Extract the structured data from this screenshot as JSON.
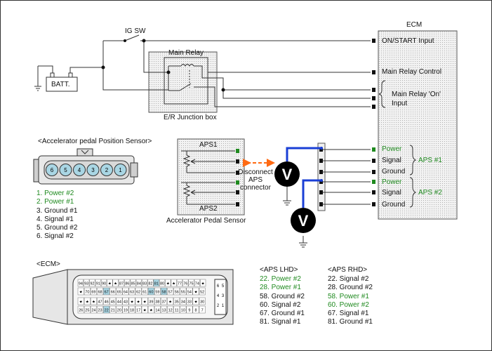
{
  "ecm_block": {
    "title": "ECM",
    "inputs": [
      "ON/START Input",
      "Main Relay Control",
      "Main Relay 'On'\nInput"
    ],
    "aps1_pins": [
      "Power",
      "Signal",
      "Ground"
    ],
    "aps2_pins": [
      "Power",
      "Signal",
      "Ground"
    ],
    "aps1_group": "APS #1",
    "aps2_group": "APS #2"
  },
  "power": {
    "battery": "BATT.",
    "ig_switch": "IG SW",
    "main_relay": "Main Relay",
    "junction_box": "E/R Junction box"
  },
  "sensor": {
    "name": "Accelerator Pedal Sensor",
    "aps1": "APS1",
    "aps2": "APS2",
    "disconnect_note": [
      "Disconnect",
      "APS",
      "connector"
    ],
    "voltmeter_symbol": "V"
  },
  "connector": {
    "title": "<Accelerator pedal Position Sensor>",
    "pin_numbers": [
      "6",
      "5",
      "4",
      "3",
      "2",
      "1"
    ],
    "pins": [
      {
        "text": "1. Power #2",
        "highlight": true
      },
      {
        "text": "2. Power #1",
        "highlight": true
      },
      {
        "text": "3. Ground #1",
        "highlight": false
      },
      {
        "text": "4. Signal #1",
        "highlight": false
      },
      {
        "text": "5. Ground #2",
        "highlight": false
      },
      {
        "text": "6. Signal #2",
        "highlight": false
      }
    ]
  },
  "ecm_connector": {
    "title": "<ECM>",
    "top_row": [
      "94",
      "93",
      "92",
      "91",
      "90",
      "★",
      "★",
      "87",
      "86",
      "85",
      "84",
      "83",
      "82",
      "81",
      "80",
      "★",
      "★",
      "77",
      "76",
      "75",
      "74",
      "★"
    ],
    "mid_row": [
      "★",
      "70",
      "69",
      "68",
      "67",
      "66",
      "65",
      "64",
      "63",
      "62",
      "61",
      "60",
      "59",
      "58",
      "57",
      "56",
      "55",
      "54",
      "★",
      "52"
    ],
    "low_row": [
      "★",
      "★",
      "★",
      "47",
      "46",
      "45",
      "44",
      "43",
      "★",
      "★",
      "★",
      "39",
      "38",
      "37",
      "★",
      "35",
      "34",
      "33",
      "★",
      "30"
    ],
    "bot_row": [
      "26",
      "25",
      "24",
      "23",
      "22",
      "21",
      "20",
      "19",
      "18",
      "17",
      "★",
      "★",
      "14",
      "13",
      "12",
      "11",
      "10",
      "9",
      "8",
      "7"
    ],
    "small_block": [
      "6",
      "5",
      "4",
      "3",
      "2",
      "1"
    ],
    "highlight_pins": [
      "81",
      "67",
      "60",
      "58",
      "28",
      "22"
    ]
  },
  "aps_lhd": {
    "title": "<APS LHD>",
    "pins": [
      {
        "text": "22. Power #2",
        "highlight": true
      },
      {
        "text": "28. Power #1",
        "highlight": true
      },
      {
        "text": "58. Ground #2",
        "highlight": false
      },
      {
        "text": "60. Signal #2",
        "highlight": false
      },
      {
        "text": "67. Ground #1",
        "highlight": false
      },
      {
        "text": "81. Signal #1",
        "highlight": false
      }
    ]
  },
  "aps_rhd": {
    "title": "<APS RHD>",
    "pins": [
      {
        "text": "22. Signal #2",
        "highlight": false
      },
      {
        "text": "28. Ground #2",
        "highlight": false
      },
      {
        "text": "58. Power #1",
        "highlight": true
      },
      {
        "text": "60. Power #2",
        "highlight": true
      },
      {
        "text": "67. Signal #1",
        "highlight": false
      },
      {
        "text": "81. Ground #1",
        "highlight": false
      }
    ]
  },
  "colors": {
    "highlight_text": "#1f8a1f",
    "probe_wire": "#1a3fd6",
    "arrow": "#ff6a13",
    "block_fill": "#ebebeb",
    "pin_cyan": "#a9d6e4"
  }
}
